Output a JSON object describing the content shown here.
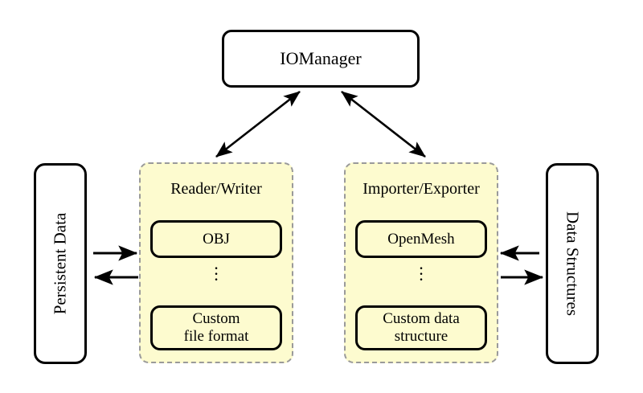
{
  "diagram": {
    "title_node": {
      "label": "IOManager"
    },
    "left_node": {
      "label": "Persistent Data"
    },
    "right_node": {
      "label": "Data Structures"
    },
    "panels": [
      {
        "title": "Reader/Writer",
        "top_item": "OBJ",
        "ellipsis": "⋮",
        "bottom_item_line1": "Custom",
        "bottom_item_line2": "file format"
      },
      {
        "title": "Importer/Exporter",
        "top_item": "OpenMesh",
        "ellipsis": "⋮",
        "bottom_item_line1": "Custom data",
        "bottom_item_line2": "structure"
      }
    ],
    "connections": [
      {
        "name": "iomanager-readerwriter",
        "from": "IOManager",
        "to": "Reader/Writer",
        "style": "double-headed-arrow"
      },
      {
        "name": "iomanager-importerexporter",
        "from": "IOManager",
        "to": "Importer/Exporter",
        "style": "double-headed-arrow"
      },
      {
        "name": "persistentdata-to-readerwriter",
        "from": "Persistent Data",
        "to": "Reader/Writer",
        "style": "arrow-right"
      },
      {
        "name": "readerwriter-to-persistentdata",
        "from": "Reader/Writer",
        "to": "Persistent Data",
        "style": "arrow-left"
      },
      {
        "name": "datastructures-to-importerexporter",
        "from": "Data Structures",
        "to": "Importer/Exporter",
        "style": "arrow-left"
      },
      {
        "name": "importerexporter-to-datastructures",
        "from": "Importer/Exporter",
        "to": "Data Structures",
        "style": "arrow-right"
      }
    ],
    "colors": {
      "panel_fill": "#fdfbcf",
      "panel_border": "#9a9a9a",
      "node_border": "#000000",
      "background": "#ffffff",
      "text": "#000000"
    }
  }
}
